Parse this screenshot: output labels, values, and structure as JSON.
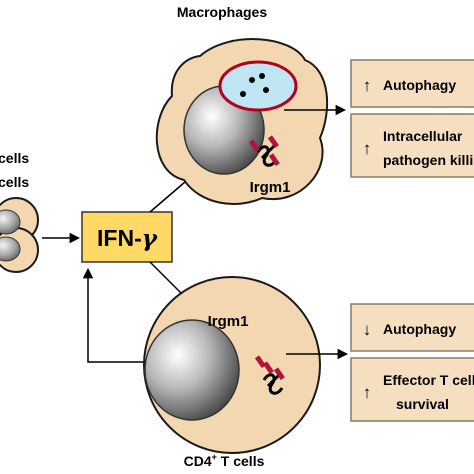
{
  "labels": {
    "macrophages": "Macrophages",
    "cells_left_1": "cells",
    "cells_left_2": "cells",
    "irgm1_top": "Irgm1",
    "irgm1_bottom": "Irgm1",
    "cd4_prefix": "CD4",
    "cd4_sup": "+",
    "cd4_suffix": " T cells"
  },
  "center": {
    "cytokine_prefix": "IFN-",
    "cytokine_symbol": "γ"
  },
  "outcome_boxes": [
    {
      "arrow": "↑",
      "line1": "Autophagy"
    },
    {
      "arrow": "↑",
      "line1": "Intracellular",
      "line2": "pathogen killing"
    },
    {
      "arrow": "↓",
      "line1": "Autophagy"
    },
    {
      "arrow": "↑",
      "line1": "Effector T cell",
      "line2": "survival"
    }
  ],
  "colors": {
    "box_fill": "#f5dfc0",
    "box_border": "#8a7a66",
    "cell_fill": "#f2d7b0",
    "cell_border": "#1a1a1a",
    "ifn_fill": "#ffd965",
    "vacuole_fill": "#bfe4f2",
    "vacuole_border": "#b3001b",
    "protein_red": "#b3123a"
  },
  "icons": [
    "up-arrow-icon",
    "down-arrow-icon",
    "nucleus-icon",
    "irgm1-protein-icon",
    "vacuole-icon"
  ]
}
